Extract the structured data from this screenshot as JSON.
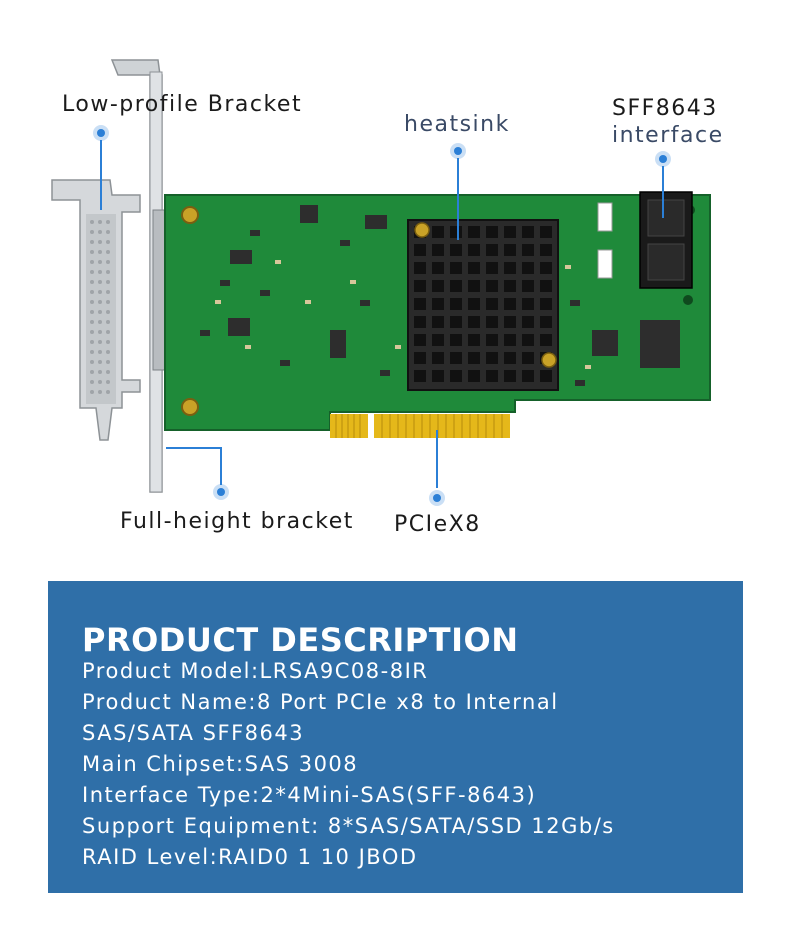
{
  "callouts": {
    "low_profile": "Low-profile Bracket",
    "heatsink": "heatsink",
    "sff_line1": "SFF8643",
    "sff_line2": "interface",
    "full_height": "Full-height bracket",
    "pcie": "PCIeX8"
  },
  "description": {
    "title": "PRODUCT DESCRIPTION",
    "lines": [
      "Product Model:LRSA9C08-8IR",
      "Product Name:8 Port PCIe x8 to Internal",
      "SAS/SATA SFF8643",
      "Main Chipset:SAS 3008",
      "Interface Type:2*4Mini-SAS(SFF-8643)",
      "Support Equipment: 8*SAS/SATA/SSD 12Gb/s",
      "RAID Level:RAID0 1 10 JBOD"
    ]
  },
  "colors": {
    "panel": "#2f6fa8",
    "pcb": "#1f8a3a",
    "heatsink": "#1c1c1c",
    "callout_dot": "#2b7fd6"
  }
}
